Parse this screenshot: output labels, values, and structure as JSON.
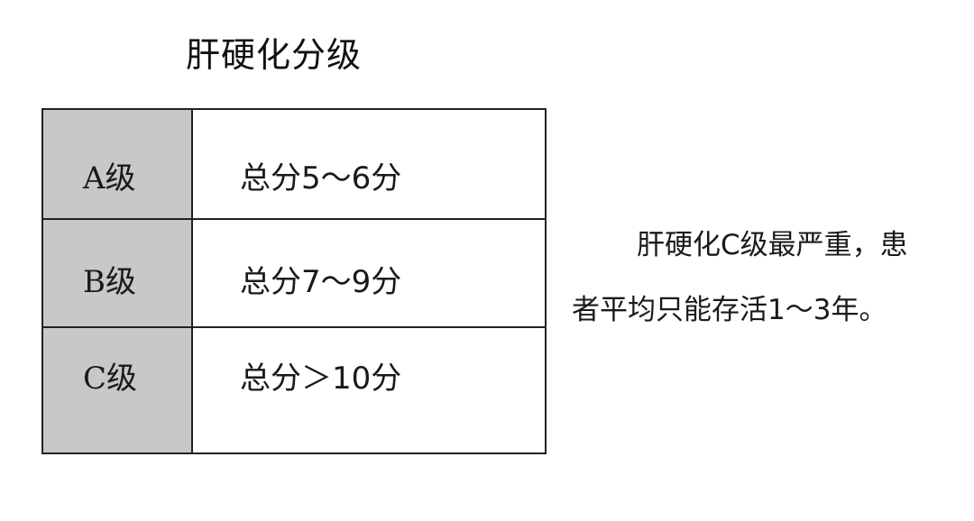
{
  "title": "肝硬化分级",
  "rows": [
    {
      "grade": "A级",
      "score": "总分5～6分"
    },
    {
      "grade": "B级",
      "score": "总分7～9分"
    },
    {
      "grade": "C级",
      "score": "总分＞10分"
    }
  ],
  "note": {
    "line1": "肝硬化C级最严重，患",
    "line2": "者平均只能存活1～3年。"
  },
  "colors": {
    "grade_fill": "#c8c8c8",
    "line": "#222222"
  }
}
